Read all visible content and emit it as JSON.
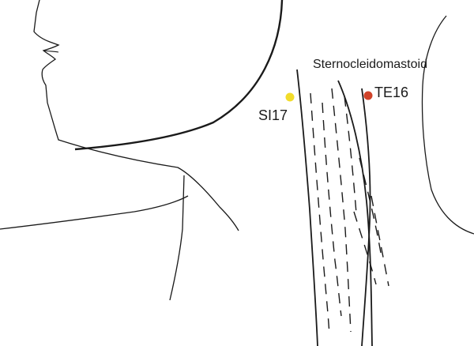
{
  "labels": {
    "muscle": "Sternocleidomastoid",
    "point_te16": "TE16",
    "point_si17": "SI17"
  },
  "colors": {
    "te16": "#d0432a",
    "si17": "#f2dc2a",
    "ink": "#1a1a1a"
  }
}
